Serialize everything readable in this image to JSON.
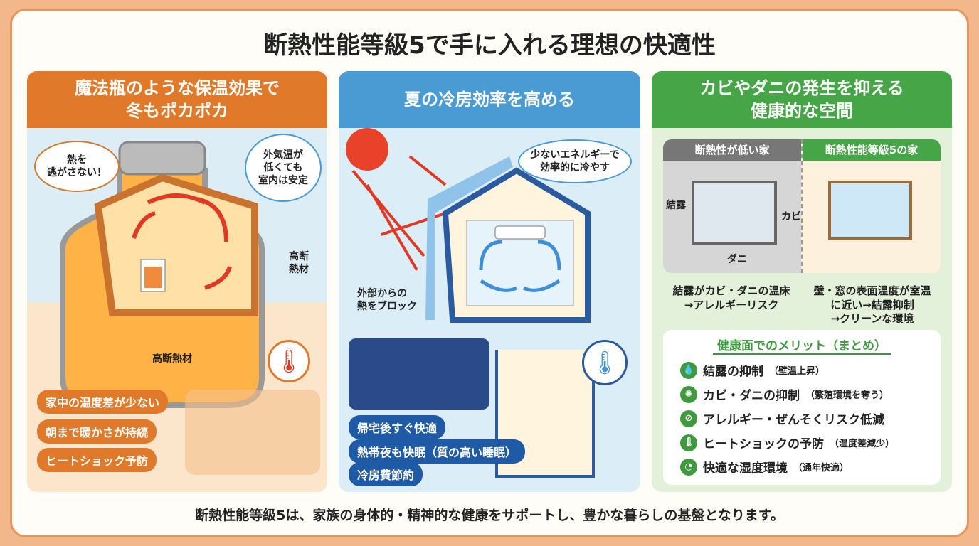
{
  "title": "断熱性能等級5で手に入れる理想の快適性",
  "left": {
    "header": [
      "魔法瓶のような保温効果で",
      "冬もポカポカ"
    ],
    "bubble_left": [
      "熱を",
      "逃がさない！"
    ],
    "bubble_right": [
      "外気温が",
      "低くても",
      "室内は安定"
    ],
    "label_side": [
      "高断",
      "熱材"
    ],
    "label_bottom": "高断熱材",
    "pills": [
      "家中の温度差が少ない",
      "朝まで暖かさが持続",
      "ヒートショック予防"
    ],
    "colors": {
      "header": "#e07a2a"
    }
  },
  "middle": {
    "header": "夏の冷房効率を高める",
    "bubble": [
      "少ないエネルギーで",
      "効率的に冷やす"
    ],
    "label_block": [
      "外部からの",
      "熱をブロック"
    ],
    "pills": [
      "帰宅後すぐ快適",
      "熱帯夜も快眠（質の高い睡眠）",
      "冷房費節約"
    ],
    "colors": {
      "header": "#4a9ad4",
      "pill": "#1f5aa6"
    }
  },
  "right": {
    "header": [
      "カビやダニの発生を抑える",
      "健康的な空間"
    ],
    "compare": {
      "bad": {
        "title": "断熱性が低い家",
        "labels": {
          "condensation": "結露",
          "mold": "カビ",
          "mite": "ダニ"
        },
        "caption": [
          "結露がカビ・ダニの温床",
          "→アレルギーリスク"
        ]
      },
      "good": {
        "title": "断熱性能等級5の家",
        "caption": [
          "壁・窓の表面温度が室温",
          "に近い→結露抑制",
          "→クリーンな環境"
        ]
      }
    },
    "summary": {
      "title": "健康面でのメリット（まとめ）",
      "items": [
        {
          "icon": "droplet",
          "text": "結露の抑制",
          "note": "（壁温上昇）"
        },
        {
          "icon": "virus",
          "text": "カビ・ダニの抑制",
          "note": "（繁殖環境を奪う）"
        },
        {
          "icon": "no-allergen",
          "text": "アレルギー・ぜんそくリスク低減",
          "note": ""
        },
        {
          "icon": "thermometer",
          "text": "ヒートショックの予防",
          "note": "（温度差減少）"
        },
        {
          "icon": "humidity",
          "text": "快適な湿度環境",
          "note": "（通年快適）"
        }
      ]
    },
    "colors": {
      "header": "#46a546"
    }
  },
  "footer": "断熱性能等級5は、家族の身体的・精神的な健康をサポートし、豊かな暮らしの基盤となります。"
}
